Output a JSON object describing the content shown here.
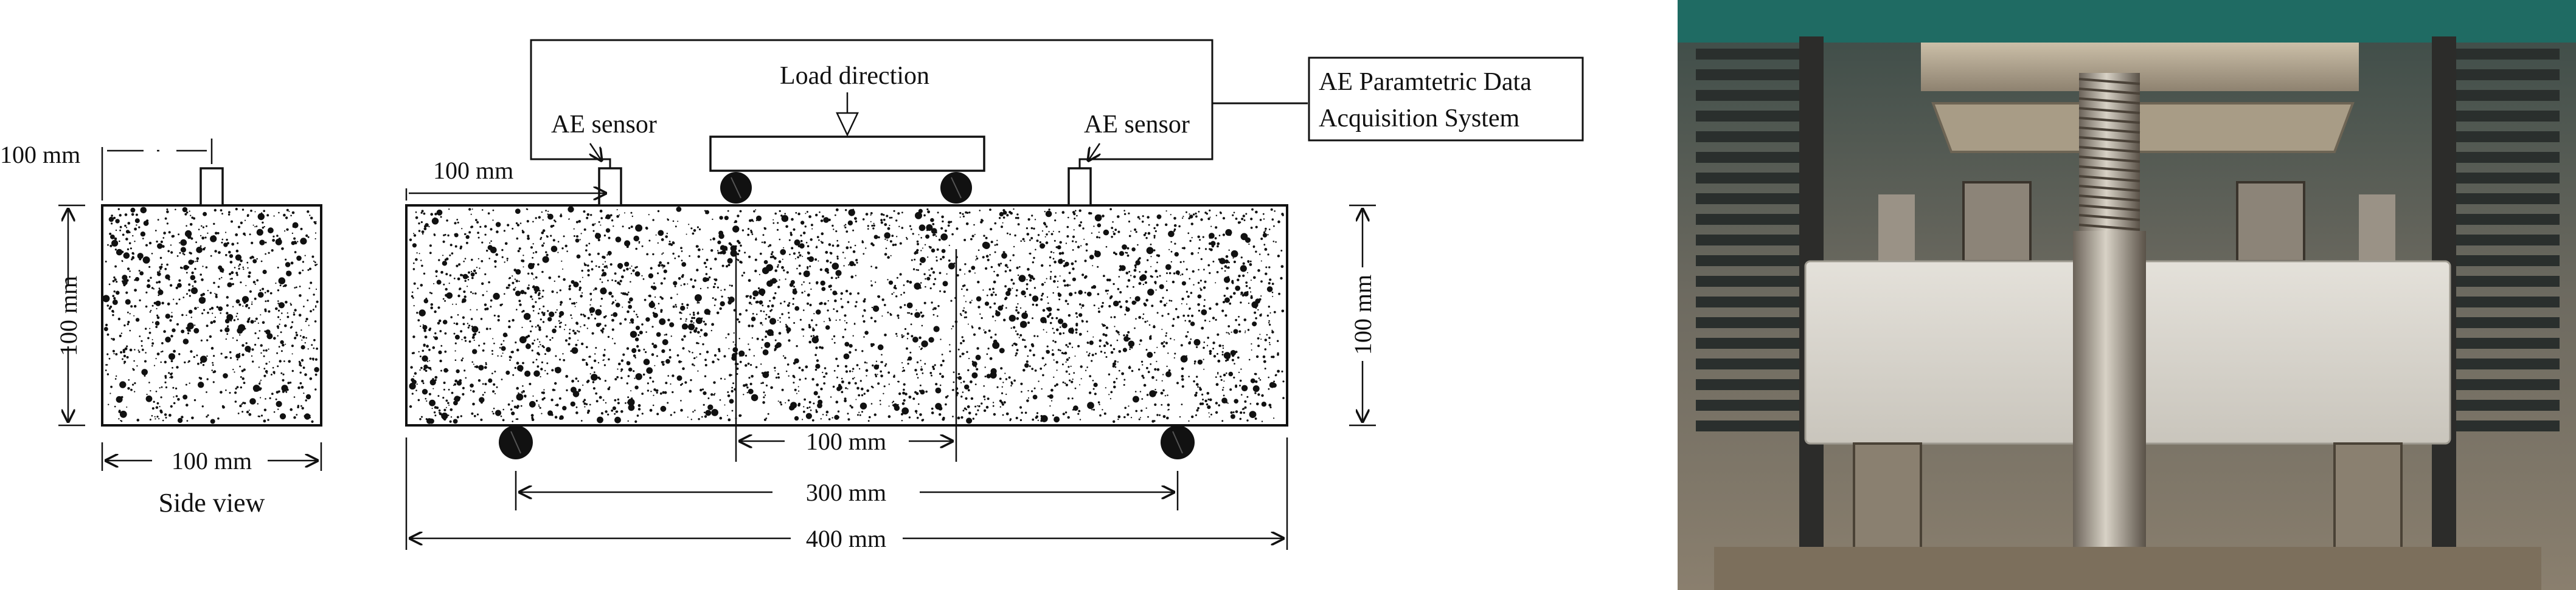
{
  "diagram": {
    "side_view": {
      "top_dim": "100 mm",
      "height_dim": "100 mm",
      "width_dim": "100 mm",
      "caption": "Side view"
    },
    "main": {
      "load_label": "Load direction",
      "sensor_left_label": "AE sensor",
      "sensor_right_label": "AE sensor",
      "acq_line1": "AE Paramtetric Data",
      "acq_line2": "Acquisition System",
      "sensor_offset_dim": "100 mm",
      "height_dim": "100 mm",
      "middle_dim": "100 mm",
      "span_dim": "300 mm",
      "length_dim": "400 mm"
    }
  },
  "photo": {
    "description_icon": "test-rig-photo"
  },
  "colors": {
    "ink": "#111111",
    "concrete_fill": "#ffffff",
    "photo_frame": "#2f3d3a",
    "photo_teal": "#1f6b63",
    "specimen": "#d9d6cf"
  }
}
